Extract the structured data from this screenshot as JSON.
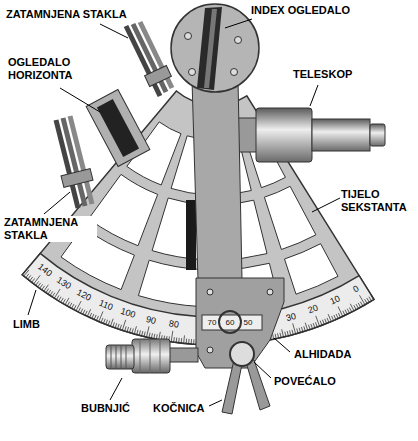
{
  "diagram": {
    "labels": [
      "ZATAMNJENA STAKLA",
      "INDEX OGLEDALO",
      "OGLEDALO HORIZONTA",
      "TELESKOP",
      "TIJELO SEKSTANTA",
      "ZATAMNJENA STAKLA",
      "140",
      "130",
      "120",
      "110",
      "100",
      "90",
      "80",
      "30",
      "20",
      "10",
      "0",
      "70",
      "60",
      "50",
      "LIMB",
      "ALHIDADA",
      "POVEĆALO",
      "BUBNJIĆ",
      "KOČNICA"
    ]
  }
}
